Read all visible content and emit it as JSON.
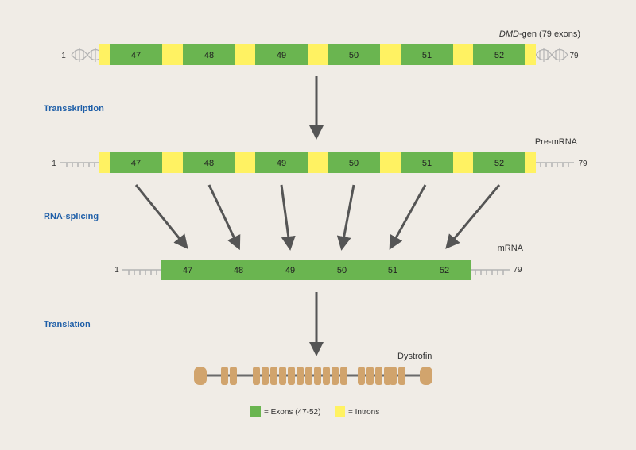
{
  "colors": {
    "background": "#f0ece6",
    "exon": "#6ab550",
    "intron": "#fff262",
    "step_label": "#1f5fa8",
    "arrow": "#555555",
    "protein": "#d1a46d",
    "dna_strand": "#b3b3b3"
  },
  "exon_numbers": [
    "47",
    "48",
    "49",
    "50",
    "51",
    "52"
  ],
  "steps": {
    "transcription": "Transskription",
    "splicing": "RNA-splicing",
    "translation": "Translation"
  },
  "gene": {
    "title_italic": "DMD",
    "title_rest": "-gen (79 exons)",
    "start": "1",
    "end": "79"
  },
  "pre_mrna": {
    "title": "Pre-mRNA",
    "start": "1",
    "end": "79"
  },
  "mrna": {
    "title": "mRNA",
    "start": "1",
    "end": "79"
  },
  "protein": {
    "title": "Dystrofin"
  },
  "legend": {
    "exons": "= Exons (47-52)",
    "introns": "= Introns"
  }
}
